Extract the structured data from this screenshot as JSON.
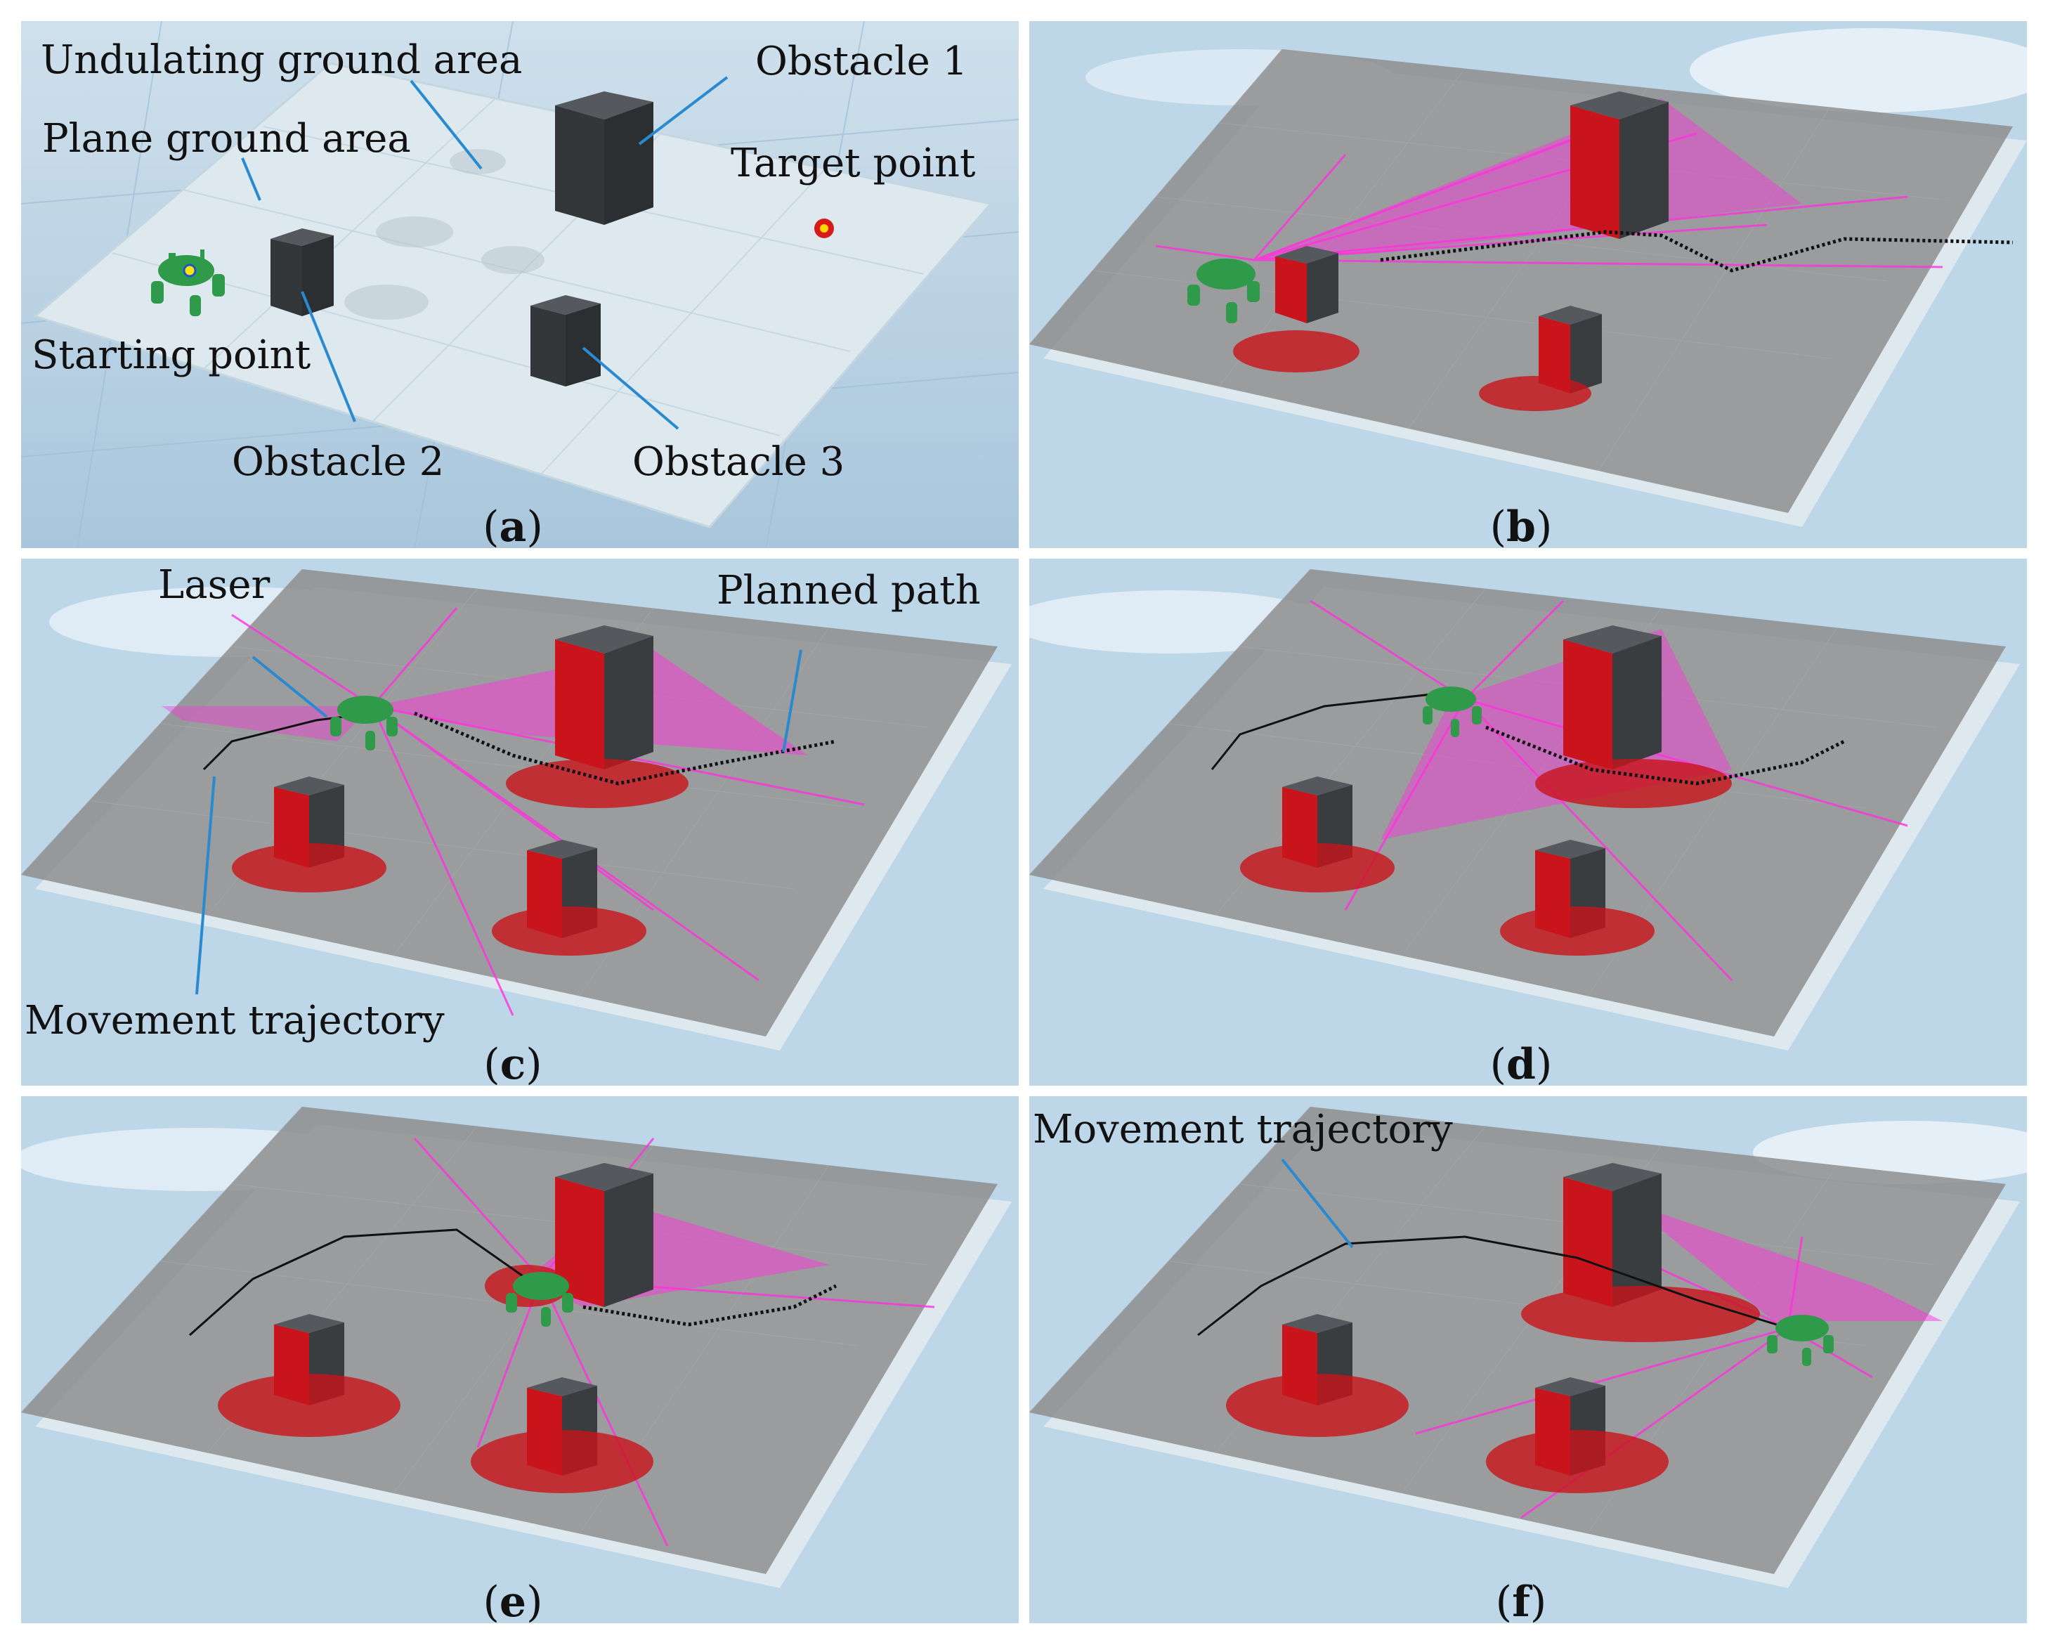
{
  "panels": [
    {
      "id": "a",
      "letter": "a"
    },
    {
      "id": "b",
      "letter": "b"
    },
    {
      "id": "c",
      "letter": "c"
    },
    {
      "id": "d",
      "letter": "d"
    },
    {
      "id": "e",
      "letter": "e"
    },
    {
      "id": "f",
      "letter": "f"
    }
  ],
  "annotations": {
    "a": {
      "undulating": "Undulating ground area",
      "obstacle1": "Obstacle 1",
      "plane": "Plane ground area",
      "target": "Target point",
      "starting": "Starting point",
      "obstacle2": "Obstacle 2",
      "obstacle3": "Obstacle 3"
    },
    "c": {
      "laser": "Laser",
      "planned": "Planned path",
      "movement": "Movement trajectory"
    },
    "f": {
      "movement": "Movement trajectory"
    }
  },
  "colors": {
    "sky": "#b9d3e6",
    "ground_plane": "#d9e6ee",
    "grid_cloud": "#8c8c8c",
    "obstacle": "#3a3d40",
    "obstacle_occupied": "#c8141a",
    "laser": "#ff33dd",
    "robot": "#2f9a4a",
    "leader_line": "#2a8ad0",
    "target": "#d91a1a",
    "path": "#111111"
  }
}
